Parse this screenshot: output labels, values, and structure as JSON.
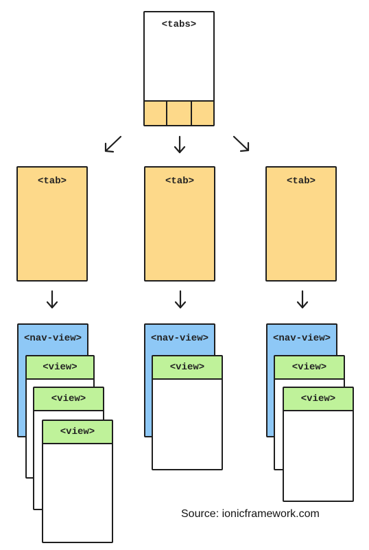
{
  "tabs": {
    "label": "<tabs>",
    "tab_slots": 3
  },
  "tab": {
    "label": "<tab>"
  },
  "nav_view": {
    "label": "<nav-view>"
  },
  "view": {
    "label": "<view>"
  },
  "columns": [
    {
      "tab_label": "<tab>",
      "nav_view_label": "<nav-view>",
      "views": [
        "<view>",
        "<view>",
        "<view>"
      ]
    },
    {
      "tab_label": "<tab>",
      "nav_view_label": "<nav-view>",
      "views": [
        "<view>"
      ]
    },
    {
      "tab_label": "<tab>",
      "nav_view_label": "<nav-view>",
      "views": [
        "<view>",
        "<view>"
      ]
    }
  ],
  "colors": {
    "tab": "#fdd98a",
    "nav_view": "#8ec8f6",
    "view_header": "#bff29a",
    "outline": "#1e1e1e"
  },
  "source": "Source: ionicframework.com"
}
